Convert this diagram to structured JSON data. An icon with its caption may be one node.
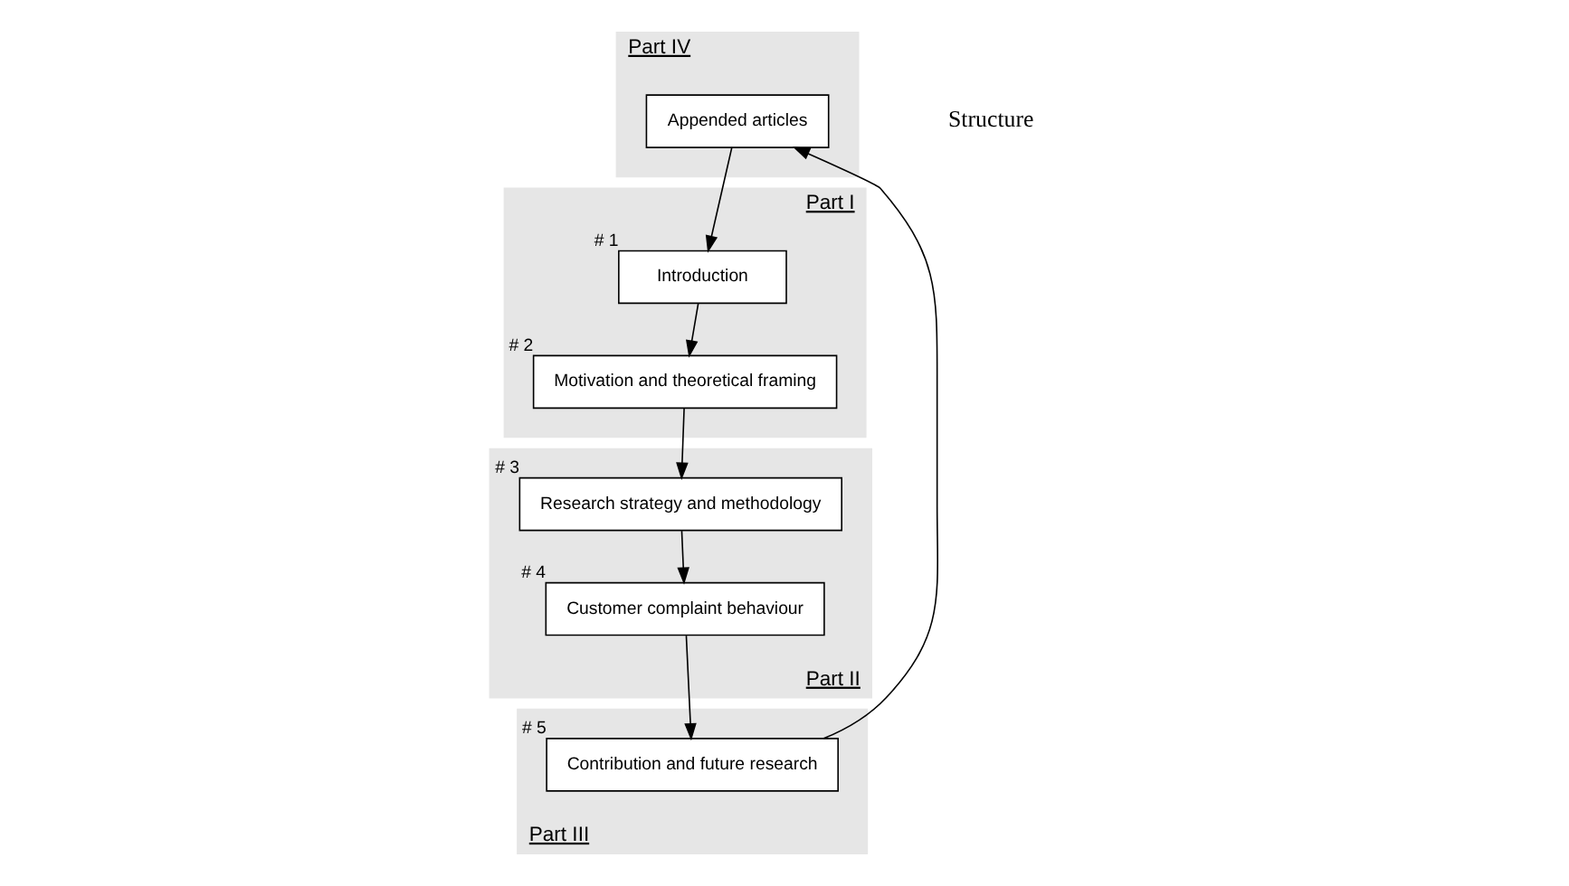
{
  "diagram": {
    "nodes": [
      {
        "text": [
          "Part IV"
        ]
      },
      {
        "text": [
          "Appended articles"
        ],
        "in": 0
      },
      {
        "text": [
          "Part I"
        ]
      },
      {
        "text": [
          "Introduction"
        ],
        "in": 2,
        "beside": [
          "# 1"
        ]
      },
      {
        "text": [
          "Motivation and theoretical framing"
        ],
        "in": 2,
        "beside": [
          "# 2"
        ]
      },
      {
        "text": [
          "Structure"
        ]
      },
      {
        "text": [
          "Part III"
        ]
      },
      {
        "text": [
          "Contribution and future research"
        ],
        "in": 6,
        "beside": [
          "# 5"
        ]
      },
      {
        "text": [
          "Part II"
        ]
      },
      {
        "text": [
          "Research strategy and methodology"
        ],
        "in": 8,
        "beside": [
          "# 3"
        ]
      },
      {
        "text": [
          "Customer complaint behaviour"
        ],
        "in": 8,
        "beside": [
          "# 4"
        ]
      }
    ],
    "edges": [
      {
        "from": 3,
        "to": 4,
        "arrow": "to"
      },
      {
        "from": 4,
        "to": 9,
        "arrow": "to"
      },
      {
        "from": 9,
        "to": 10,
        "arrow": "to"
      },
      {
        "from": 10,
        "to": 7,
        "arrow": "to"
      },
      {
        "from": 7,
        "to": 1,
        "arrow": "to"
      },
      {
        "from": 1,
        "to": 3,
        "arrow": "to"
      }
    ]
  }
}
